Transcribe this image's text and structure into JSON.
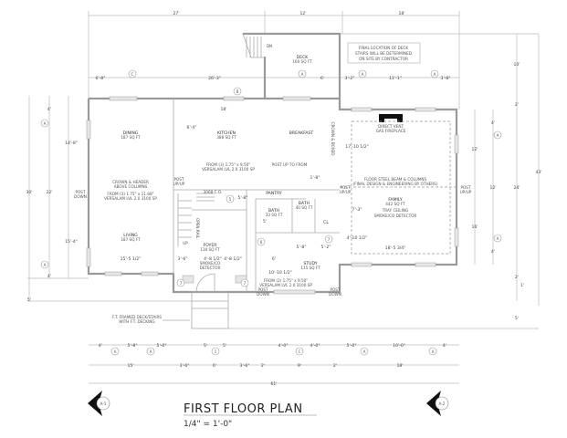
{
  "title": "FIRST FLOOR PLAN",
  "scale": "1/4\" = 1'-0\"",
  "rooms": {
    "deck": {
      "name": "DECK",
      "area": "160 SQ FT"
    },
    "dining": {
      "name": "DINING",
      "area": "187 SQ FT"
    },
    "kitchen": {
      "name": "KITCHEN",
      "area": "388 SQ FT"
    },
    "breakfast": {
      "name": "BREAKFAST"
    },
    "living": {
      "name": "LIVING",
      "area": "187 SQ FT"
    },
    "foyer": {
      "name": "FOYER",
      "area": "130 SQ FT"
    },
    "pantry": {
      "name": "PANTRY"
    },
    "bath1": {
      "name": "BATH",
      "area": "33 SQ FT"
    },
    "bath2": {
      "name": "BATH",
      "area": "40 SQ FT"
    },
    "closet": {
      "name": "CL"
    },
    "study": {
      "name": "STUDY",
      "area": "115 SQ FT"
    },
    "family": {
      "name": "FAMILY",
      "area": "442 SQ FT",
      "note": "TRAY CEILING",
      "detector": "SMOKE/CO DETECTOR"
    }
  },
  "notes": {
    "deck_stairs": [
      "FINAL LOCATION OF DECK",
      "STAIRS WILL BE DETERMINED",
      "ON SITE BY CONTRACTOR"
    ],
    "fireplace": [
      "DIRECT VENT",
      "GAS FIREPLACE"
    ],
    "steel_beam": [
      "FLOOR STEEL BEAM & COLUMNS",
      "(FINAL DESIGN & ENGINEERING BY OTHERS)"
    ],
    "crown_header": [
      "CROWN & HEADER",
      "ABOVE COLUMNS"
    ],
    "lvl_living": [
      "FROM (3) 1.75\" x 11.88\"",
      "VERSALAM LVL 2.0 3100 SP"
    ],
    "lvl_kitchen": [
      "FROM (3) 1.75\" x 9.50\"",
      "VERSALAM LVL 2.0 3100 SP"
    ],
    "lvl_study": [
      "FROM (2) 1.75\" x 9.50\"",
      "VERSALAM LVL 2.0 3100 SP"
    ],
    "post_up": "POST UP TO FROM",
    "post_down": [
      "POST",
      "DOWN"
    ],
    "post_upup": [
      "POST",
      "UP/UP"
    ],
    "foyer_detector": [
      "SMOKE/CO",
      "DETECTOR"
    ],
    "porch": [
      "F.T. FRAMED DECK/STAIRS",
      "WITH F.T. DECKING"
    ],
    "up": "UP",
    "dn": "DN",
    "open_rail": "OPEN RAIL",
    "wall_ht": "3068 C.O.",
    "crown_boxed": "CROWN & BOXED"
  },
  "dimensions": {
    "top_overall": [
      "27'",
      "12'",
      "18'"
    ],
    "top_detail": [
      "6'-8\"",
      "26'-3\"",
      "6'",
      "3'-2\"",
      "11'-1\"",
      "3'-8\""
    ],
    "left": {
      "overall": "30'",
      "inner": "22'",
      "upper": "14'-8\"",
      "lower": "15'-4\"",
      "top_gap": "4'",
      "bottom_gap": "4'",
      "porch": "5'"
    },
    "right": {
      "deck": "10'",
      "step": "2'",
      "top_gap": "4'",
      "upper": "12'",
      "mid": "12'",
      "lower": "16'",
      "family": "24'",
      "overall": "43'",
      "b1": "4'",
      "b2": "2'",
      "b3": "1'",
      "porch": "5'"
    },
    "interior": [
      "6'-4\"",
      "18'",
      "1'-8\"",
      "17'-10 1/2\"",
      "7'-3\"",
      "4'-10 1/2\"",
      "18'-5 3/4\"",
      "15'-5 1/2\"",
      "3'-6\"",
      "4'-8 1/2\"",
      "4'-8 1/2\"",
      "6'",
      "5'",
      "5'-8\"",
      "5'-2\"",
      "10'-10 1/2\"",
      "5'-8\""
    ],
    "bottom_detail": [
      "4'",
      "5'-8\"",
      "5'-0\"",
      "5'",
      "5'",
      "4'-0\"",
      "4'-0\"",
      "5'-0\"",
      "10'-0\"",
      "4'"
    ],
    "bottom_mid": [
      "15'",
      "3'-6\"",
      "6'",
      "3'-6\"",
      "2'",
      "9'",
      "2'",
      "18'"
    ],
    "bottom_overall": "61'"
  },
  "tags": {
    "window_a": "A",
    "window_b": "B",
    "window_c": "C",
    "door_1": "1",
    "door_5": "5",
    "door_6": "6",
    "door_7": "7",
    "section_left": "A-1",
    "section_right": "A-2"
  }
}
